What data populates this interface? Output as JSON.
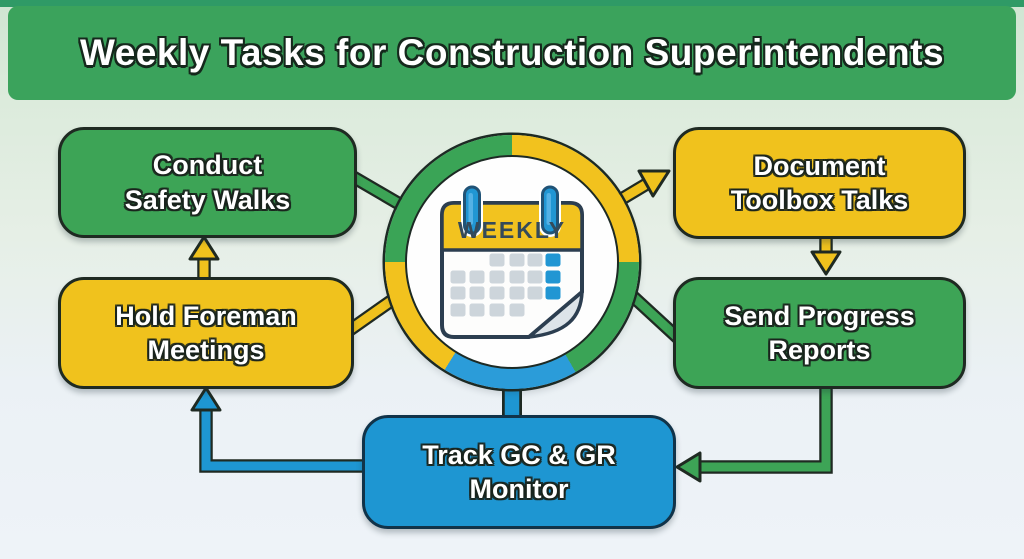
{
  "header": {
    "title": "Weekly Tasks for Construction Superintendents"
  },
  "center": {
    "calendar_label": "WEEKLY"
  },
  "tasks": [
    {
      "id": "conduct-safety-walks",
      "line1": "Conduct",
      "line2": "Safety Walks",
      "color": "green"
    },
    {
      "id": "hold-foreman-meetings",
      "line1": "Hold Foreman",
      "line2": "Meetings",
      "color": "yellow"
    },
    {
      "id": "document-toolbox-talks",
      "line1": "Document",
      "line2": "Toolbox Talks",
      "color": "yellow"
    },
    {
      "id": "send-progress-reports",
      "line1": "Send Progress",
      "line2": "Reports",
      "color": "green"
    },
    {
      "id": "track-gc-gr-monitor",
      "line1": "Track GC & GR",
      "line2": "Monitor",
      "color": "blue"
    }
  ],
  "colors": {
    "banner_green": "#3ba35c",
    "box_green": "#3da456",
    "box_yellow": "#f0c21d",
    "box_blue": "#1e96d2",
    "ring_yellow": "#f2c21e",
    "ring_green": "#3aa456",
    "ring_blue": "#2b9cd9",
    "outline_dark": "#1f2a22",
    "calendar_navy": "#2c3e50",
    "text_white": "#ffffff"
  }
}
